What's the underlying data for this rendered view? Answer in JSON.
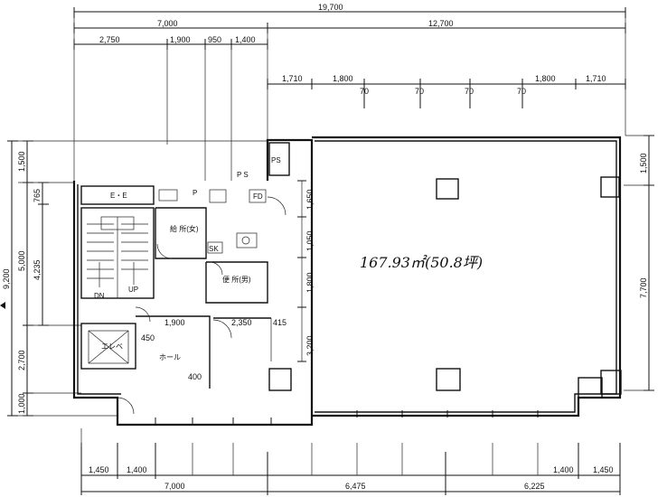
{
  "dims_top": {
    "overall": "19,700",
    "left_total": "7,000",
    "right_total": "12,700",
    "sub_2750": "2,750",
    "sub_1900": "1,900",
    "sub_950": "950",
    "sub_1400": "1,400",
    "r_1710a": "1,710",
    "r_1800a": "1,800",
    "r_70a": "70",
    "r_70b": "70",
    "r_70c": "70",
    "r_70d": "70",
    "r_1800b": "1,800",
    "r_1710b": "1,710"
  },
  "dims_left": {
    "total": "9,200",
    "d1500": "1,500",
    "d765": "765",
    "d5000": "5,000",
    "d4235": "4,235",
    "d2700": "2,700",
    "d1000": "1,000"
  },
  "dims_right": {
    "d1500": "1,500",
    "d7700": "7,700"
  },
  "dims_inner": {
    "d1650": "1,650",
    "d1050": "1,050",
    "d1800": "1,800",
    "d3200": "3,200",
    "d1900": "1,900",
    "d2350": "2,350",
    "d415": "415",
    "d450": "450",
    "d400": "400"
  },
  "dims_bottom": {
    "b1450a": "1,450",
    "b1400a": "1,400",
    "b7000": "7,000",
    "b6475": "6,475",
    "b6225": "6,225",
    "b1400b": "1,400",
    "b1450b": "1,450"
  },
  "rooms": {
    "area": "167.93㎡(50.8坪)",
    "kitchen": "給 所(女)",
    "toilet": "便 所(男)",
    "hall": "ホール",
    "elevator": "エレベ",
    "dn": "DN",
    "up": "UP",
    "ps1": "P S",
    "ps2": "P",
    "ps3": "PS",
    "sk": "SK",
    "storage": "E・E",
    "fd": "FD"
  }
}
